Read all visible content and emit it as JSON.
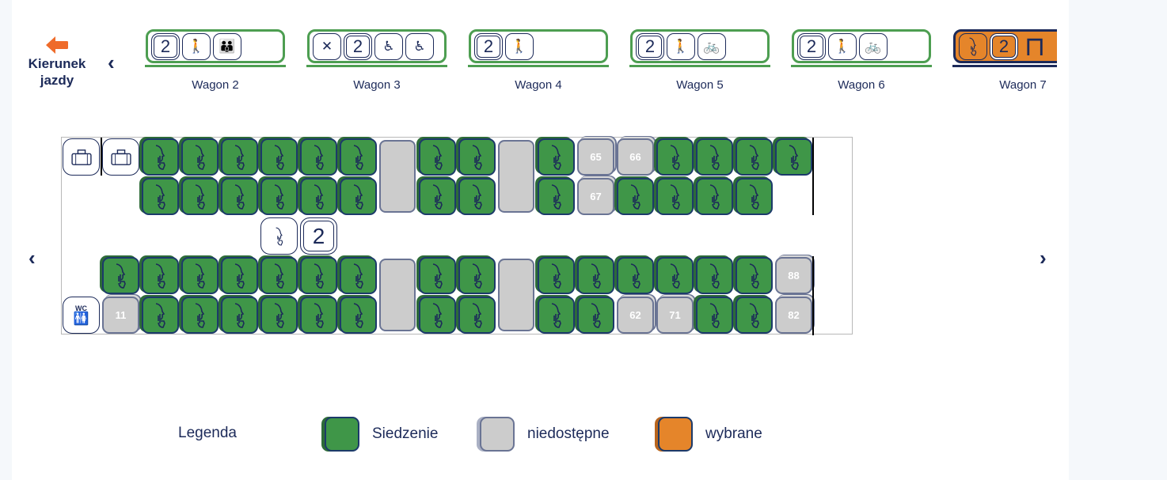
{
  "direction": {
    "label_line1": "Kierunek",
    "label_line2": "jazdy",
    "arrow_color": "#ef6b2a"
  },
  "wagons": [
    {
      "label": "Wagon 2",
      "icons": [
        "class-2-icon",
        "blind-person-icon",
        "parent-child-icon"
      ],
      "selected": false
    },
    {
      "label": "Wagon 3",
      "icons": [
        "restaurant-icon",
        "class-2-icon",
        "wheelchair-icon",
        "wheelchair-companion-icon"
      ],
      "selected": false
    },
    {
      "label": "Wagon 4",
      "icons": [
        "class-2-icon",
        "blind-person-icon"
      ],
      "selected": false
    },
    {
      "label": "Wagon 5",
      "icons": [
        "class-2-icon",
        "blind-person-icon",
        "bicycle-icon"
      ],
      "selected": false
    },
    {
      "label": "Wagon 6",
      "icons": [
        "class-2-icon",
        "blind-person-icon",
        "bicycle-icon"
      ],
      "selected": false
    },
    {
      "label": "Wagon 7",
      "icons": [
        "quiet-zone-icon",
        "class-2-icon",
        "train-end-icon"
      ],
      "selected": true
    }
  ],
  "class_number": "2",
  "wc_label": "WC",
  "seat_map": {
    "zone_icons": [
      "quiet-zone-icon",
      "class-2-icon"
    ],
    "rows": [
      [
        "luggage",
        "luggage",
        "free",
        "free",
        "free",
        "free",
        "free",
        "free",
        "table",
        "free",
        "free",
        "table",
        "free",
        "65",
        "66",
        "free",
        "free",
        "free",
        "free"
      ],
      [
        "",
        "",
        "free",
        "free",
        "free",
        "free",
        "free",
        "free",
        "table",
        "free",
        "free",
        "table",
        "free",
        "67",
        "free",
        "free",
        "free",
        "free",
        ""
      ],
      [
        "",
        "free",
        "free",
        "free",
        "free",
        "free",
        "free",
        "free",
        "table",
        "free",
        "free",
        "table",
        "free",
        "free",
        "free",
        "free",
        "free",
        "free",
        "88"
      ],
      [
        "wc",
        "11",
        "free",
        "free",
        "free",
        "free",
        "free",
        "free",
        "table",
        "free",
        "free",
        "table",
        "free",
        "free",
        "62",
        "71",
        "free",
        "free",
        "82"
      ]
    ],
    "unavailable_seats": [
      "65",
      "66",
      "67",
      "88",
      "11",
      "62",
      "71",
      "82"
    ]
  },
  "legend": {
    "title": "Legenda",
    "items": [
      {
        "label": "Siedzenie",
        "state": "free",
        "color": "#3f9648"
      },
      {
        "label": "niedostępne",
        "state": "unavailable",
        "color": "#cccccc"
      },
      {
        "label": "wybrane",
        "state": "selected",
        "color": "#e5852a"
      }
    ]
  },
  "nav": {
    "prev": "‹",
    "next": "›"
  }
}
